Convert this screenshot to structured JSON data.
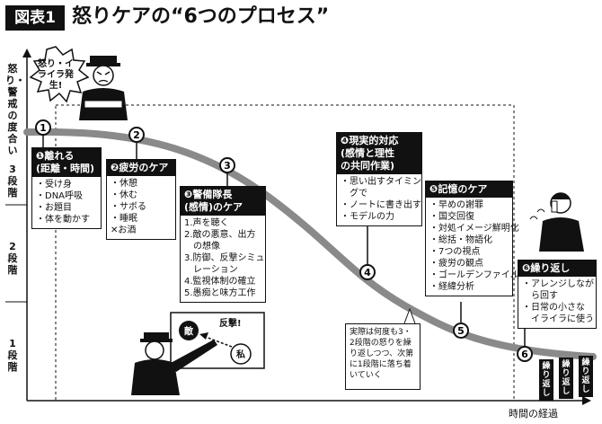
{
  "figure": {
    "tag": "図表1",
    "title": "怒りケアの“6つのプロセス”"
  },
  "axes": {
    "y_label": "怒り・警戒の度合い",
    "x_label": "時間の経過"
  },
  "levels": [
    {
      "id": "3",
      "label": "3段階"
    },
    {
      "id": "2",
      "label": "2段階"
    },
    {
      "id": "1",
      "label": "1段階"
    }
  ],
  "burst": {
    "text": "怒り・イライラ発生!"
  },
  "steps": [
    {
      "num": "1",
      "head": "❶離れる\n(距離・時間)",
      "items": [
        "・受け身",
        "・DNA呼吸",
        "・お題目",
        "・体を動かす"
      ]
    },
    {
      "num": "2",
      "head": "❷疲労のケア",
      "items": [
        "・休憩",
        "・休む",
        "・サボる",
        "・睡眠",
        "✕お酒"
      ]
    },
    {
      "num": "3",
      "head": "❸警備隊長\n(感情)のケア",
      "items": [
        "1.声を聴く",
        "2.敵の悪意、出方",
        "　の想像",
        "3.防御、反撃シミュ",
        "　レーション",
        "4.監視体制の確立",
        "5.愚痴と味方工作"
      ]
    },
    {
      "num": "4",
      "head": "❹現実的対応\n(感情と理性\nの共同作業)",
      "items": [
        "・思い出すタイミン",
        "　グで",
        "・ノートに書き出す",
        "・モデルの力"
      ]
    },
    {
      "num": "5",
      "head": "❺記憶のケア",
      "items": [
        "・早めの謝罪",
        "・国交回復",
        "・対処イメージ鮮明化",
        "・総括・物語化",
        "・7つの視点",
        "・疲労の観点",
        "・ゴールデンファイル",
        "・経緯分析"
      ]
    },
    {
      "num": "6",
      "head": "❻繰り返し",
      "items": [
        "・アレンジしなが",
        "　ら回す",
        "・日常の小さな",
        "　イライラに使う"
      ]
    }
  ],
  "note": "実際は何度も3・2段階の怒りを繰り返しつつ、次第に1段階に落ち着いていく",
  "illustration": {
    "enemy": "敵",
    "counter": "反撃!",
    "self": "私"
  },
  "repeat_label": "繰り返し"
}
